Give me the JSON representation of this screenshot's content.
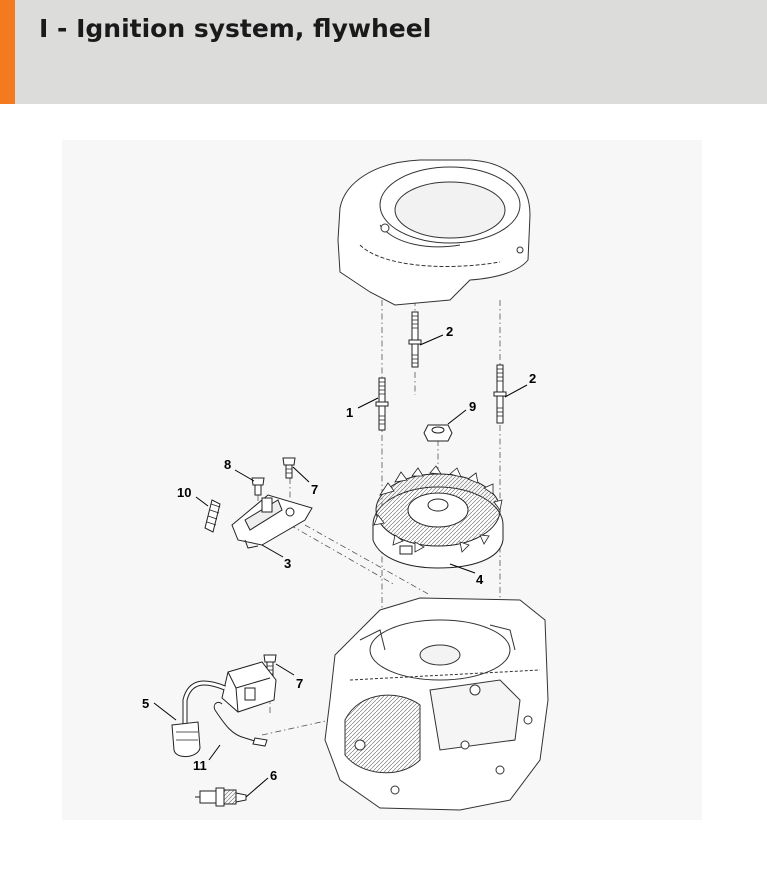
{
  "header": {
    "title": "I - Ignition system, flywheel",
    "accent_color": "#f37a1f",
    "background_color": "#dcdcdb"
  },
  "diagram": {
    "parts": [
      {
        "number": "1",
        "part": "stud"
      },
      {
        "number": "2",
        "part": "stud"
      },
      {
        "number": "2",
        "part": "stud"
      },
      {
        "number": "3",
        "part": "bracket-plate"
      },
      {
        "number": "4",
        "part": "flywheel"
      },
      {
        "number": "5",
        "part": "ignition-coil"
      },
      {
        "number": "6",
        "part": "spark-plug"
      },
      {
        "number": "7",
        "part": "screw"
      },
      {
        "number": "7",
        "part": "screw"
      },
      {
        "number": "8",
        "part": "screw"
      },
      {
        "number": "9",
        "part": "nut"
      },
      {
        "number": "10",
        "part": "spring"
      },
      {
        "number": "11",
        "part": "ground-wire"
      }
    ]
  }
}
